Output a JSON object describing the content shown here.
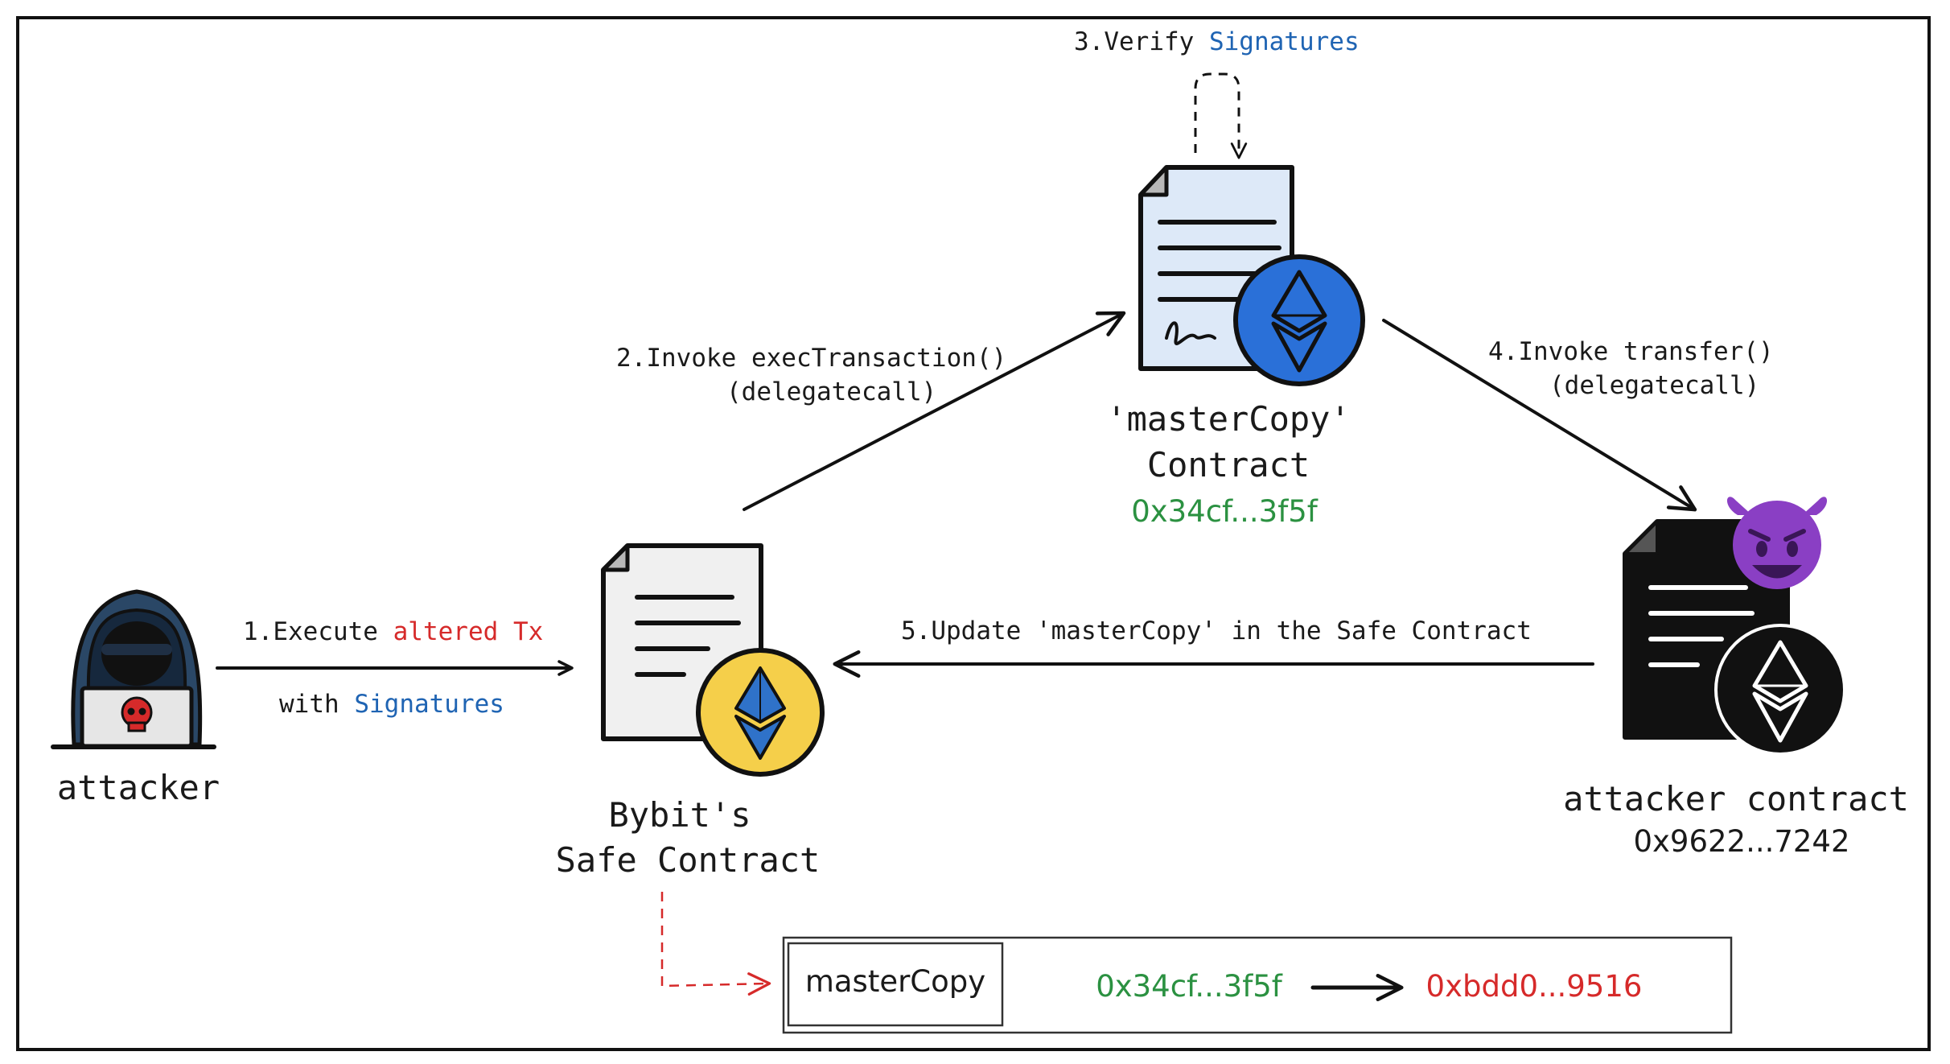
{
  "nodes": {
    "attacker": {
      "label": "attacker"
    },
    "safe": {
      "label_line1": "Bybit's",
      "label_line2": "Safe Contract"
    },
    "mastercopy": {
      "label_line1": "'masterCopy'",
      "label_line2": "Contract",
      "address": "0x34cf...3f5f"
    },
    "attacker_contract": {
      "label": "attacker contract",
      "address": "0x9622...7242"
    }
  },
  "edges": {
    "step1": {
      "prefix": "1.Execute ",
      "highlight": "altered Tx",
      "line2_prefix": "with ",
      "line2_highlight": "Signatures"
    },
    "step2": {
      "line1": "2.Invoke execTransaction()",
      "line2": "(delegatecall)"
    },
    "step3": {
      "prefix": "3.Verify ",
      "highlight": "Signatures"
    },
    "step4": {
      "line1": "4.Invoke transfer()",
      "line2": "(delegatecall)"
    },
    "step5": {
      "label": "5.Update 'masterCopy' in the Safe Contract"
    }
  },
  "storage": {
    "key": "masterCopy",
    "old_value": "0x34cf...3f5f",
    "new_value": "0xbdd0...9516"
  },
  "colors": {
    "highlight_red": "#d62a2a",
    "highlight_blue": "#1f64b3",
    "address_green": "#2b9141",
    "eth_blue": "#2a70d8",
    "eth_yellow": "#f5cf4a",
    "devil_purple": "#8a3fc4"
  },
  "icons": [
    "hacker-icon",
    "skull-icon",
    "document-icon",
    "ethereum-icon",
    "devil-emoji-icon"
  ]
}
